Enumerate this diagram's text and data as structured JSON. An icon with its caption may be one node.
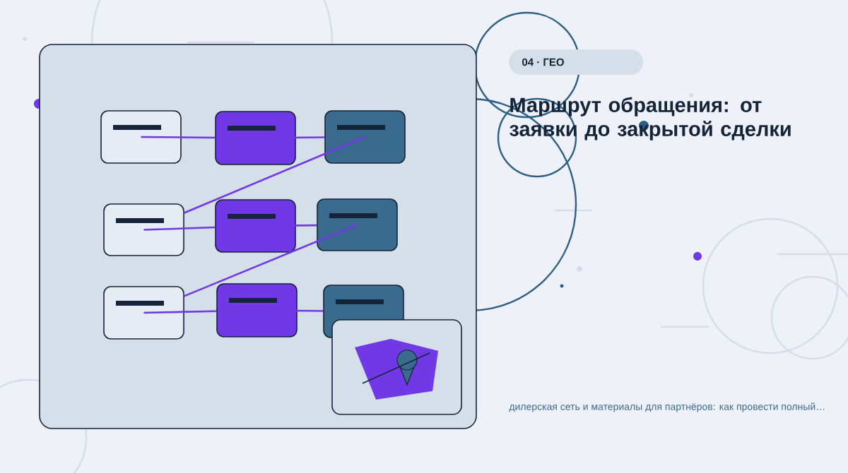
{
  "diagram": {
    "title": "Маршрут обращения: от заявки до закрытой сделки",
    "caption": "дилерская сеть и материалы для партнёров: как провести полный…",
    "nodes": [
      {
        "text": [],
        "shape": "box"
      },
      {
        "text": [],
        "shape": "box"
      },
      {
        "text": [],
        "shape": "box"
      },
      {
        "text": [],
        "shape": "box"
      },
      {
        "text": [],
        "shape": "box"
      },
      {
        "text": [],
        "shape": "box"
      },
      {
        "text": [],
        "shape": "box"
      },
      {
        "text": [],
        "shape": "box"
      },
      {
        "text": [],
        "shape": "box"
      },
      {
        "text": [
          "04 · ГЕО"
        ]
      }
    ],
    "edges": [
      {
        "from": 0,
        "to": 1,
        "arrow": "none"
      },
      {
        "from": 1,
        "to": 2,
        "arrow": "none"
      },
      {
        "from": 2,
        "to": 3,
        "arrow": "none"
      },
      {
        "from": 3,
        "to": 4,
        "arrow": "none"
      },
      {
        "from": 4,
        "to": 5,
        "arrow": "none"
      },
      {
        "from": 5,
        "to": 6,
        "arrow": "none"
      },
      {
        "from": 6,
        "to": 7,
        "arrow": "none"
      },
      {
        "from": 7,
        "to": 8,
        "arrow": "none"
      }
    ]
  }
}
